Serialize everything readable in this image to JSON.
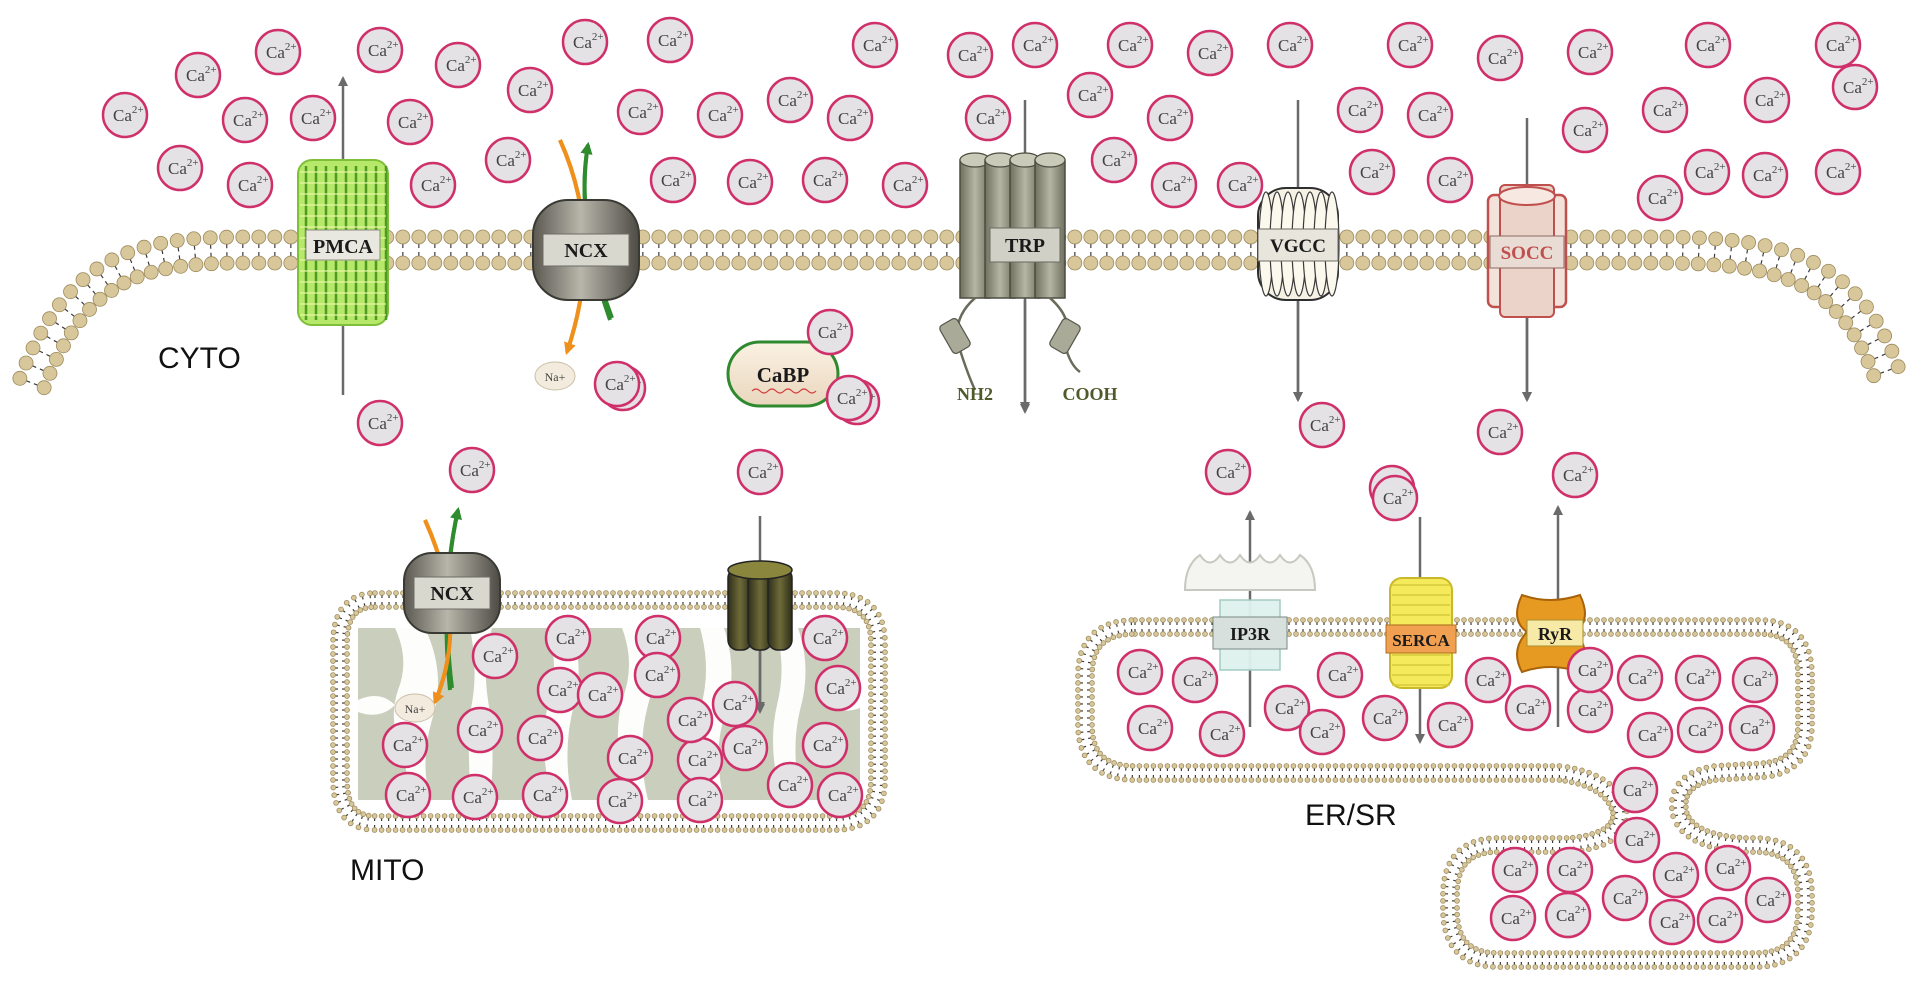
{
  "diagram": {
    "regions": {
      "cyto": "CYTO",
      "mito": "MITO",
      "er": "ER/SR"
    },
    "channels": {
      "pmca": "PMCA",
      "ncx_pm": "NCX",
      "trp": "TRP",
      "vgcc": "VGCC",
      "socc": "SOCC",
      "ncx_mito": "NCX",
      "ip3r": "IP3R",
      "serca": "SERCA",
      "ryr": "RyR",
      "cabp": "CaBP"
    },
    "termini": {
      "nh2": "NH2",
      "cooh": "COOH"
    },
    "ions": {
      "calcium": "Ca2+",
      "calcium_base": "Ca",
      "calcium_charge": "2+",
      "sodium": "Na+"
    },
    "colors": {
      "ca_ring": "#d0306a",
      "ca_fill": "#e4e2e4",
      "lipid_head": "#d8c79a",
      "mito_matrix": "#c7cbb8",
      "pmca": "#b6e86a",
      "serca": "#f5ea5c",
      "ryr": "#e69a22",
      "socc": "#c0504d",
      "arrow_green": "#2e8b2e",
      "arrow_orange": "#ef8f1c"
    }
  }
}
